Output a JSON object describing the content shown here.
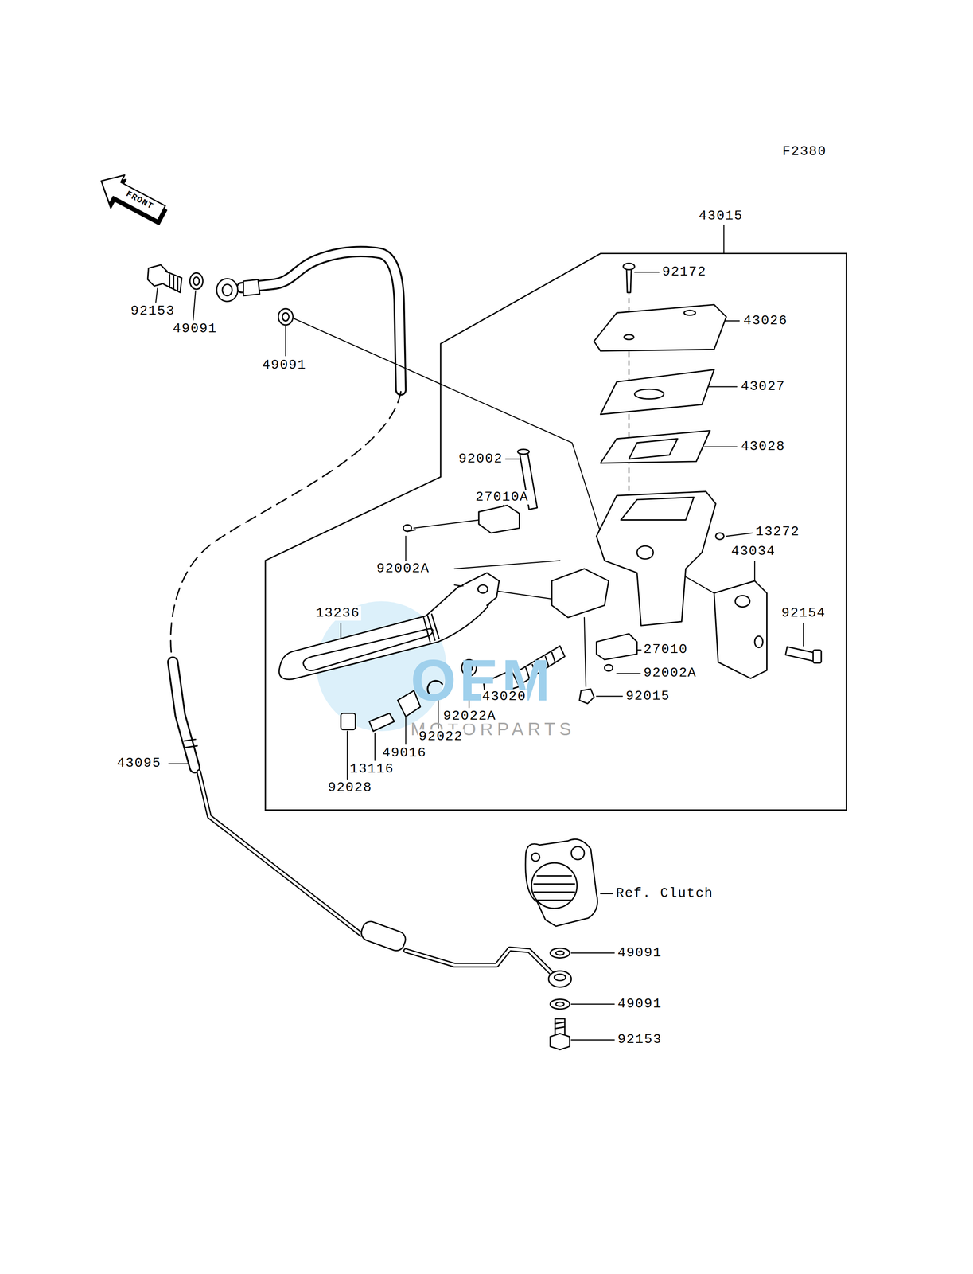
{
  "diagram": {
    "nodes": [
      {
        "text": [
          "43015"
        ]
      }
    ],
    "labels": [
      "F2380",
      "FRONT",
      "92172",
      "43026",
      "92153",
      "49091",
      "49091",
      "43027",
      "43028",
      "92002",
      "27010A",
      "13272",
      "92002A",
      "43034",
      "92154",
      "13236",
      "27010",
      "92002A",
      "43020",
      "92015",
      "92022A",
      "92022",
      "49016",
      "13116",
      "92028",
      "43095",
      "OEM",
      "MOTORPARTS",
      "Ref. Clutch",
      "49091",
      "49091",
      "92153"
    ]
  }
}
